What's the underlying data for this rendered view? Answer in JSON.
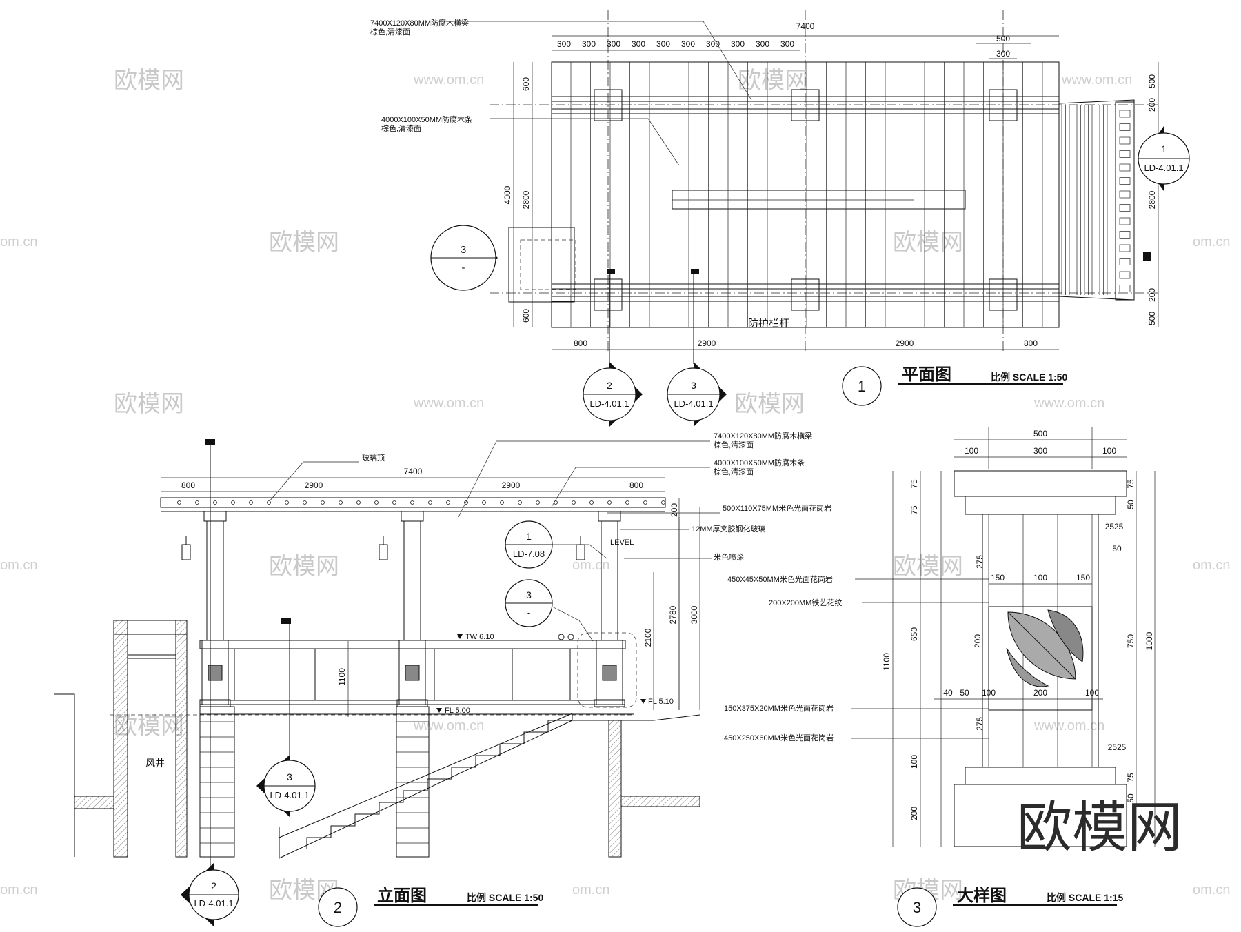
{
  "plan": {
    "title": "平面图",
    "scale": "比例 SCALE 1:50",
    "number": "1",
    "overall_length": "7400",
    "top_spacings": [
      "300",
      "300",
      "300",
      "300",
      "300",
      "300",
      "300",
      "300",
      "300",
      "300"
    ],
    "right_top_dims": [
      "500",
      "300"
    ],
    "left_dims": [
      "600",
      "2800",
      "600"
    ],
    "left_total": "4000",
    "right_dims": [
      "500",
      "200",
      "2800",
      "200",
      "500"
    ],
    "bottom_dims": [
      "800",
      "2900",
      "2900",
      "800"
    ],
    "note_beam": "7400X120X80MM防腐木横梁",
    "note_beam_sub": "棕色,清漆面",
    "note_slat": "4000X100X50MM防腐木条",
    "note_slat_sub": "棕色,清漆面",
    "rail_label": "防护栏杆",
    "callout_right": {
      "num": "1",
      "ref": "LD-4.01.1"
    },
    "callout_left": {
      "num": "3",
      "ref": "-"
    },
    "callout_b1": {
      "num": "2",
      "ref": "LD-4.01.1"
    },
    "callout_b2": {
      "num": "3",
      "ref": "LD-4.01.1"
    }
  },
  "elevation": {
    "title": "立面图",
    "scale": "比例 SCALE 1:50",
    "number": "2",
    "overall_length": "7400",
    "segment_dims": [
      "800",
      "2900",
      "2900",
      "800"
    ],
    "top_label": "玻璃顶",
    "notes": [
      "7400X120X80MM防腐木横梁",
      "棕色,清漆面",
      "4000X100X50MM防腐木条",
      "棕色,清漆面",
      "500X110X75MM米色光面花岗岩",
      "12MM厚夹胶钢化玻璃",
      "米色喷涂"
    ],
    "vertical_dims": [
      "200",
      "2100",
      "2780",
      "3000",
      "1100"
    ],
    "level_tw": "TW 6.10",
    "level_fl1": "FL 5.00",
    "level_fl2": "FL 5.10",
    "level_word": "LEVEL",
    "shaft_label": "风井",
    "callout_detail1": {
      "num": "1",
      "ref": "LD-7.08"
    },
    "callout_detail3": {
      "num": "3",
      "ref": "-"
    },
    "callout_section": {
      "num": "3",
      "ref": "LD-4.01.1"
    },
    "callout_bottom": {
      "num": "2",
      "ref": "LD-4.01.1"
    }
  },
  "detail": {
    "title": "大样图",
    "scale": "比例 SCALE 1:15",
    "number": "3",
    "top_total": "500",
    "top_dims": [
      "100",
      "300",
      "100"
    ],
    "mid_dims": [
      "150",
      "100",
      "150"
    ],
    "bottom_dims": [
      "40",
      "50",
      "100",
      "200",
      "100"
    ],
    "left_dims": [
      "75",
      "75",
      "275",
      "650",
      "1100",
      "100",
      "200",
      "275"
    ],
    "right_dims": [
      "75",
      "50",
      "2525",
      "50",
      "750",
      "1000",
      "2525",
      "75",
      "50"
    ],
    "inner_dim": "200",
    "notes": [
      "450X45X50MM米色光面花岗岩",
      "200X200MM铁艺花纹",
      "150X375X20MM米色光面花岗岩",
      "450X250X60MM米色光面花岗岩"
    ]
  },
  "watermarks": {
    "cn": "欧模网",
    "url": "www.om.cn",
    "url_trim": "om.cn",
    "big": "欧模网"
  }
}
